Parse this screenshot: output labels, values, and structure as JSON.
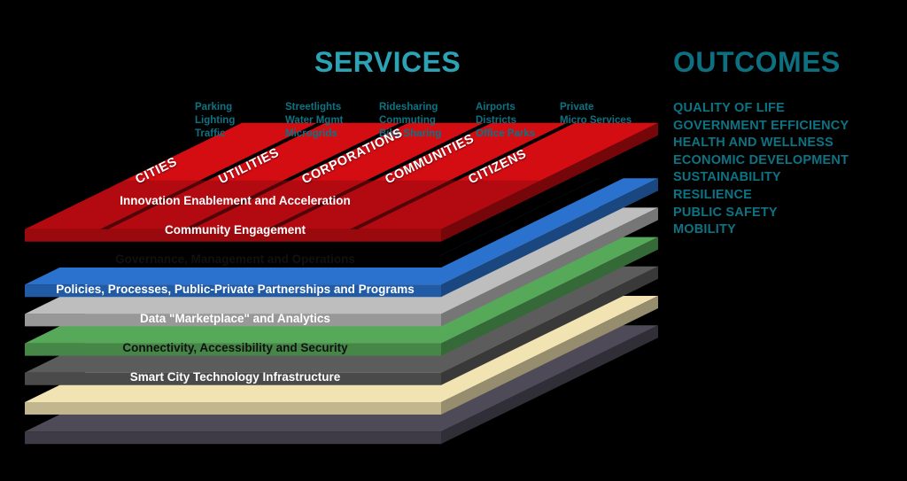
{
  "headings": {
    "services": "SERVICES",
    "outcomes": "OUTCOMES"
  },
  "colors": {
    "heading_services": "#2BA3B5",
    "heading_outcomes": "#0C7080",
    "label_teal": "#0D7383",
    "red_top": "#D40D13",
    "red_shadow": "#960A0E",
    "layer_black": "#000000",
    "layer_blue": "#2A72CE",
    "layer_lightgray": "#BEBEBE",
    "layer_green": "#57A95A",
    "layer_darkgray": "#5C5C5C",
    "layer_cream": "#F1E3B2",
    "layer_slate": "#4E4A57",
    "background": "#000000"
  },
  "service_columns": [
    {
      "name": "parking-lighting-traffic",
      "lines": [
        "Parking",
        "Lighting",
        "Traffic"
      ]
    },
    {
      "name": "streetlights-water-microgrids",
      "lines": [
        "Streetlights",
        "Water Mgmt",
        "Microgrids"
      ]
    },
    {
      "name": "ridesharing-commuting-bikesharing",
      "lines": [
        "Ridesharing",
        "Commuting",
        "Bike Sharing"
      ]
    },
    {
      "name": "airports-districts-officeparks",
      "lines": [
        "Airports",
        "Districts",
        "Office Parks"
      ]
    },
    {
      "name": "private-microservices",
      "lines": [
        "Private",
        "Micro Services"
      ]
    }
  ],
  "pillars": [
    {
      "label": "CITIES"
    },
    {
      "label": "UTILITIES"
    },
    {
      "label": "CORPORATIONS"
    },
    {
      "label": "COMMUNITIES"
    },
    {
      "label": "CITIZENS"
    }
  ],
  "layers": [
    {
      "label": "Innovation Enablement and Acceleration",
      "fill": "#000000",
      "text": "#FFFFFF"
    },
    {
      "label": "Community Engagement",
      "fill": "#2A72CE",
      "text": "#FFFFFF"
    },
    {
      "label": "Governance, Management and Operations",
      "fill": "#BEBEBE",
      "text": "#111111"
    },
    {
      "label": "Policies, Processes, Public-Private Partnerships and Programs",
      "fill": "#57A95A",
      "text": "#FFFFFF"
    },
    {
      "label": "Data \"Marketplace\" and Analytics",
      "fill": "#5C5C5C",
      "text": "#FFFFFF"
    },
    {
      "label": "Connectivity, Accessibility and Security",
      "fill": "#F1E3B2",
      "text": "#111111"
    },
    {
      "label": "Smart City Technology Infrastructure",
      "fill": "#4E4A57",
      "text": "#FFFFFF"
    }
  ],
  "outcomes": [
    "QUALITY OF LIFE",
    "GOVERNMENT EFFICIENCY",
    "HEALTH AND WELLNESS",
    "ECONOMIC DEVELOPMENT",
    "SUSTAINABILITY",
    "RESILIENCE",
    "PUBLIC SAFETY",
    "MOBILITY"
  ]
}
